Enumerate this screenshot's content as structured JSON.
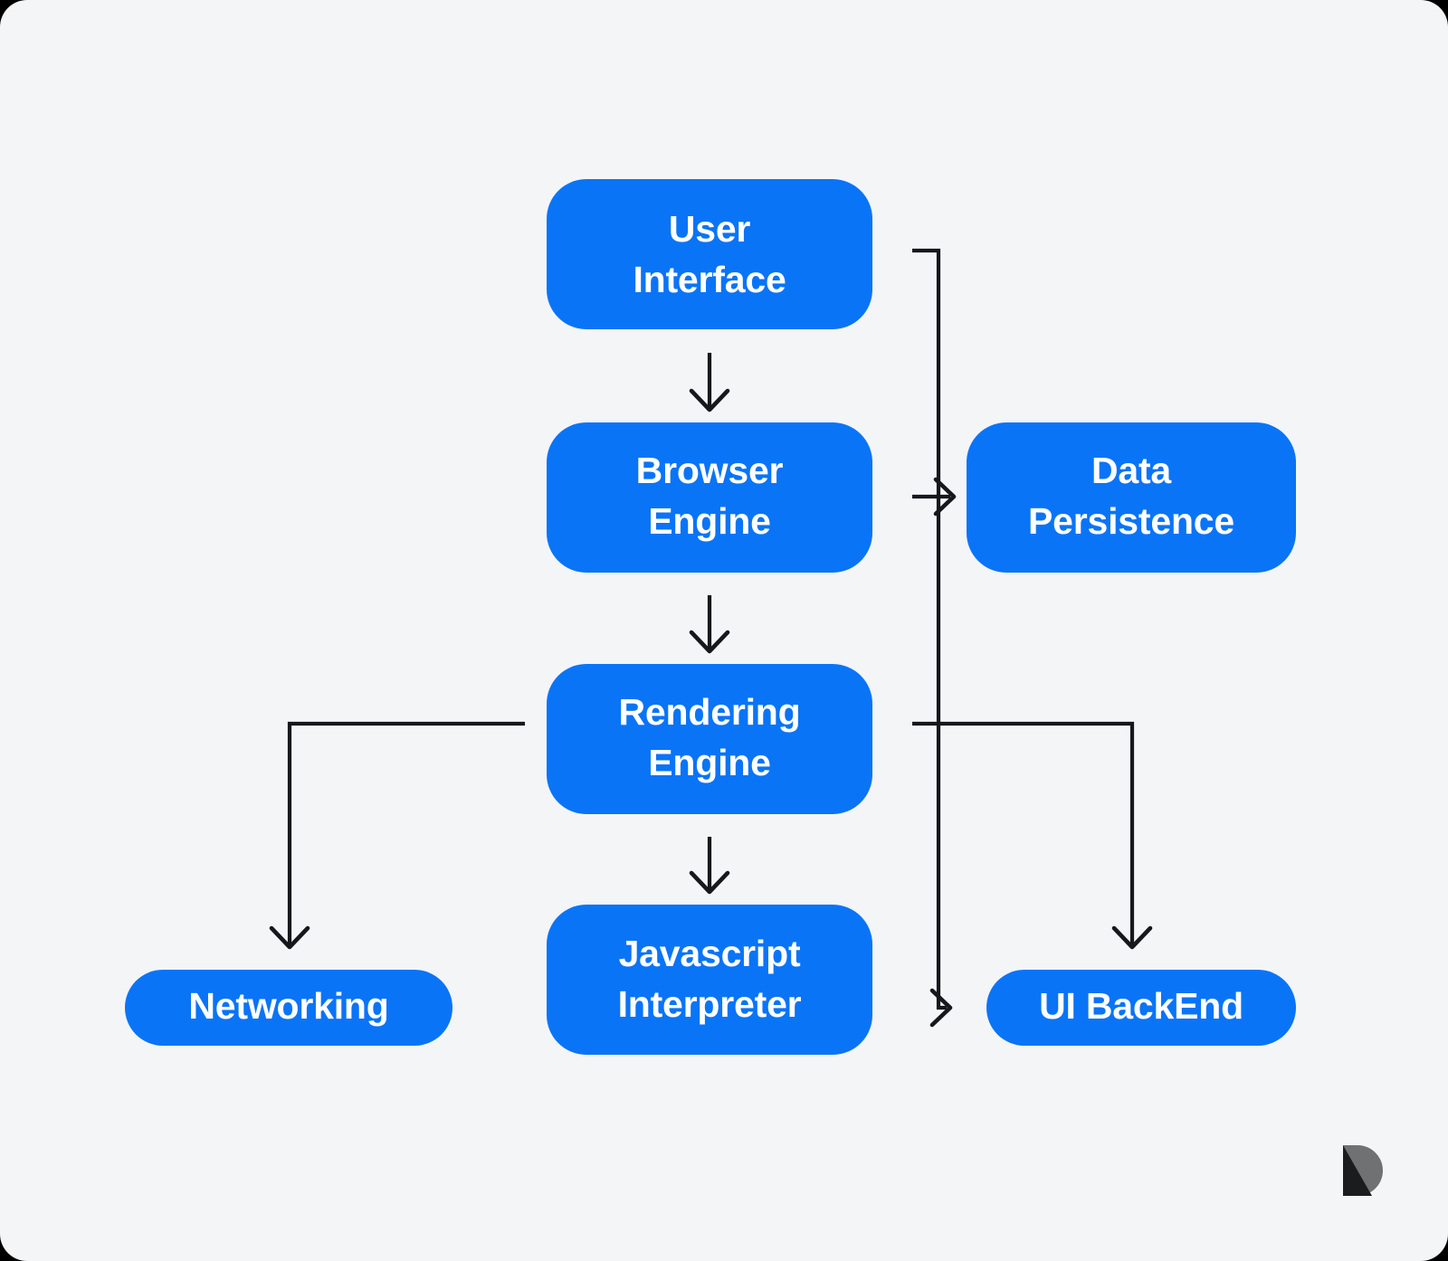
{
  "diagram": {
    "title": "Browser Architecture Flowchart",
    "background_color": "#F4F5F7",
    "node_color": "#0A74F7",
    "node_text_color": "#FFFFFF",
    "edge_color": "#16181C",
    "nodes": [
      {
        "id": "user-interface",
        "lines": [
          "User",
          "Interface"
        ]
      },
      {
        "id": "browser-engine",
        "lines": [
          "Browser",
          "Engine"
        ]
      },
      {
        "id": "rendering-engine",
        "lines": [
          "Rendering",
          "Engine"
        ]
      },
      {
        "id": "javascript-interpreter",
        "lines": [
          "Javascript",
          "Interpreter"
        ]
      },
      {
        "id": "data-persistence",
        "lines": [
          "Data",
          "Persistence"
        ]
      },
      {
        "id": "networking",
        "lines": [
          "Networking"
        ]
      },
      {
        "id": "ui-backend",
        "lines": [
          "UI BackEnd"
        ]
      }
    ],
    "edges": [
      {
        "from": "User Interface",
        "to": "Browser Engine",
        "arrow": "down"
      },
      {
        "from": "User Interface",
        "to": "UI BackEnd",
        "arrow": "right"
      },
      {
        "from": "Browser Engine",
        "to": "Rendering Engine",
        "arrow": "down"
      },
      {
        "from": "Browser Engine",
        "to": "Data Persistence",
        "arrow": "right"
      },
      {
        "from": "Rendering Engine",
        "to": "Javascript Interpreter",
        "arrow": "down"
      },
      {
        "from": "Rendering Engine",
        "to": "Networking",
        "arrow": "down"
      },
      {
        "from": "Rendering Engine",
        "to": "UI BackEnd",
        "arrow": "down"
      }
    ]
  },
  "watermark": {
    "name": "relume-logo",
    "letter": "R"
  }
}
